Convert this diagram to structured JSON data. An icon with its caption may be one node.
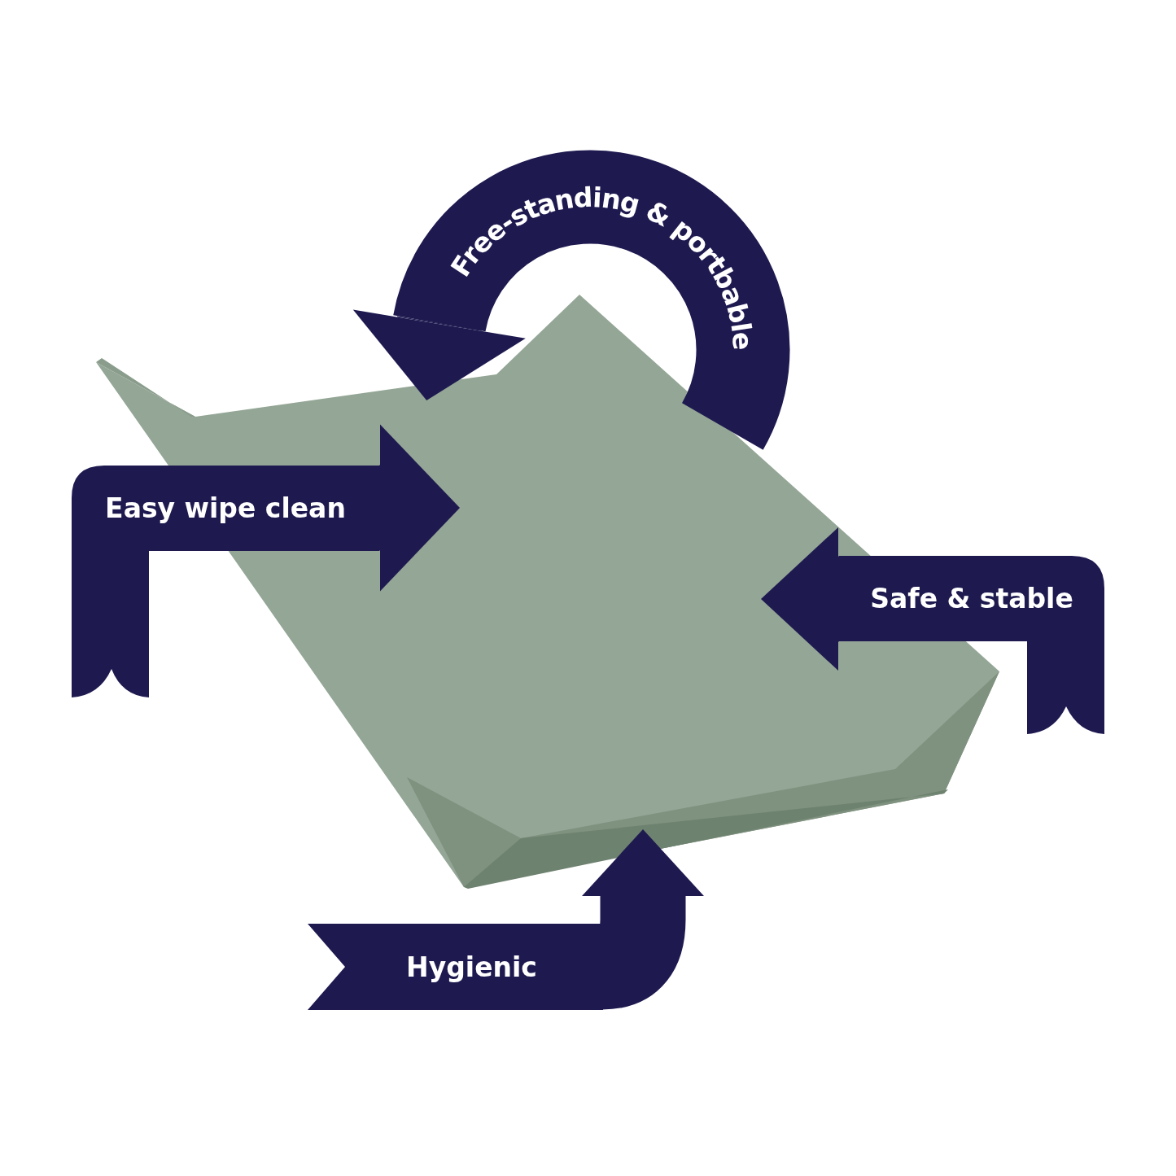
{
  "diagram": {
    "nodes": [
      {
        "text": [],
        "shape": "picture"
      },
      {
        "text": [
          "Free-standing & portbable"
        ]
      },
      {
        "text": [
          "Easy wipe clean"
        ]
      },
      {
        "text": [
          "Safe & stable"
        ]
      },
      {
        "text": [
          "Hygienic"
        ]
      }
    ],
    "edges": [
      {
        "from": 1,
        "to": 0,
        "arrow": "to"
      },
      {
        "from": 2,
        "to": 0,
        "arrow": "to"
      },
      {
        "from": 3,
        "to": 0,
        "arrow": "to"
      },
      {
        "from": 4,
        "to": 0,
        "arrow": "to"
      }
    ]
  }
}
